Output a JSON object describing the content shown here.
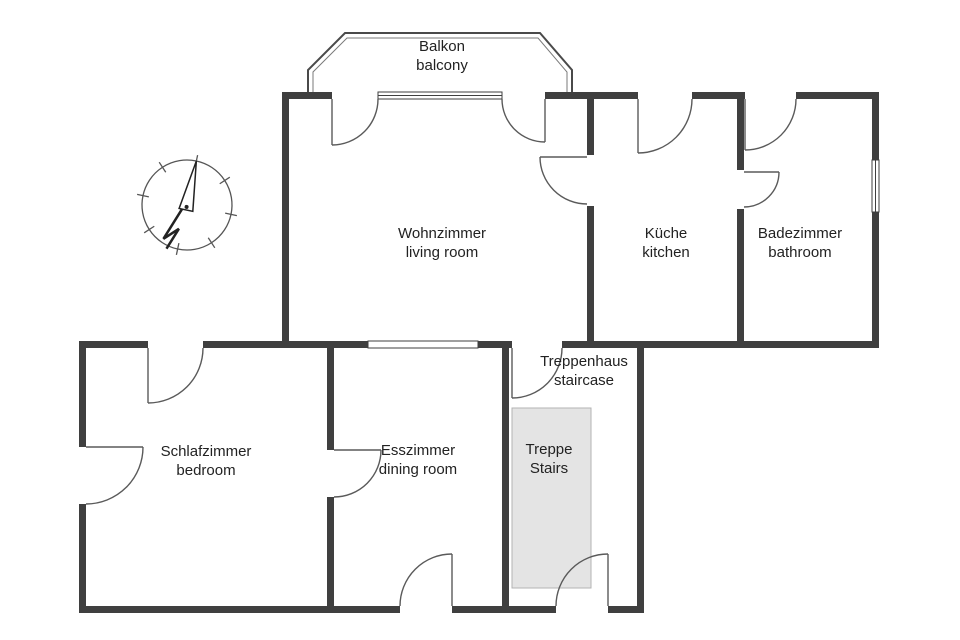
{
  "floorplan": {
    "rooms": {
      "balcony": {
        "de": "Balkon",
        "en": "balcony"
      },
      "living_room": {
        "de": "Wohnzimmer",
        "en": "living room"
      },
      "kitchen": {
        "de": "Küche",
        "en": "kitchen"
      },
      "bathroom": {
        "de": "Badezimmer",
        "en": "bathroom"
      },
      "bedroom": {
        "de": "Schlafzimmer",
        "en": "bedroom"
      },
      "dining_room": {
        "de": "Esszimmer",
        "en": "dining room"
      },
      "staircase": {
        "de": "Treppenhaus",
        "en": "staircase"
      },
      "stairs": {
        "de": "Treppe",
        "en": "Stairs"
      }
    },
    "icons": {
      "compass": "compass-rose-icon"
    },
    "colors": {
      "wall": "#3f3f3f",
      "line": "#5a5a5a",
      "stairs_fill": "#e4e4e4",
      "text": "#222222",
      "background": "#ffffff"
    }
  }
}
